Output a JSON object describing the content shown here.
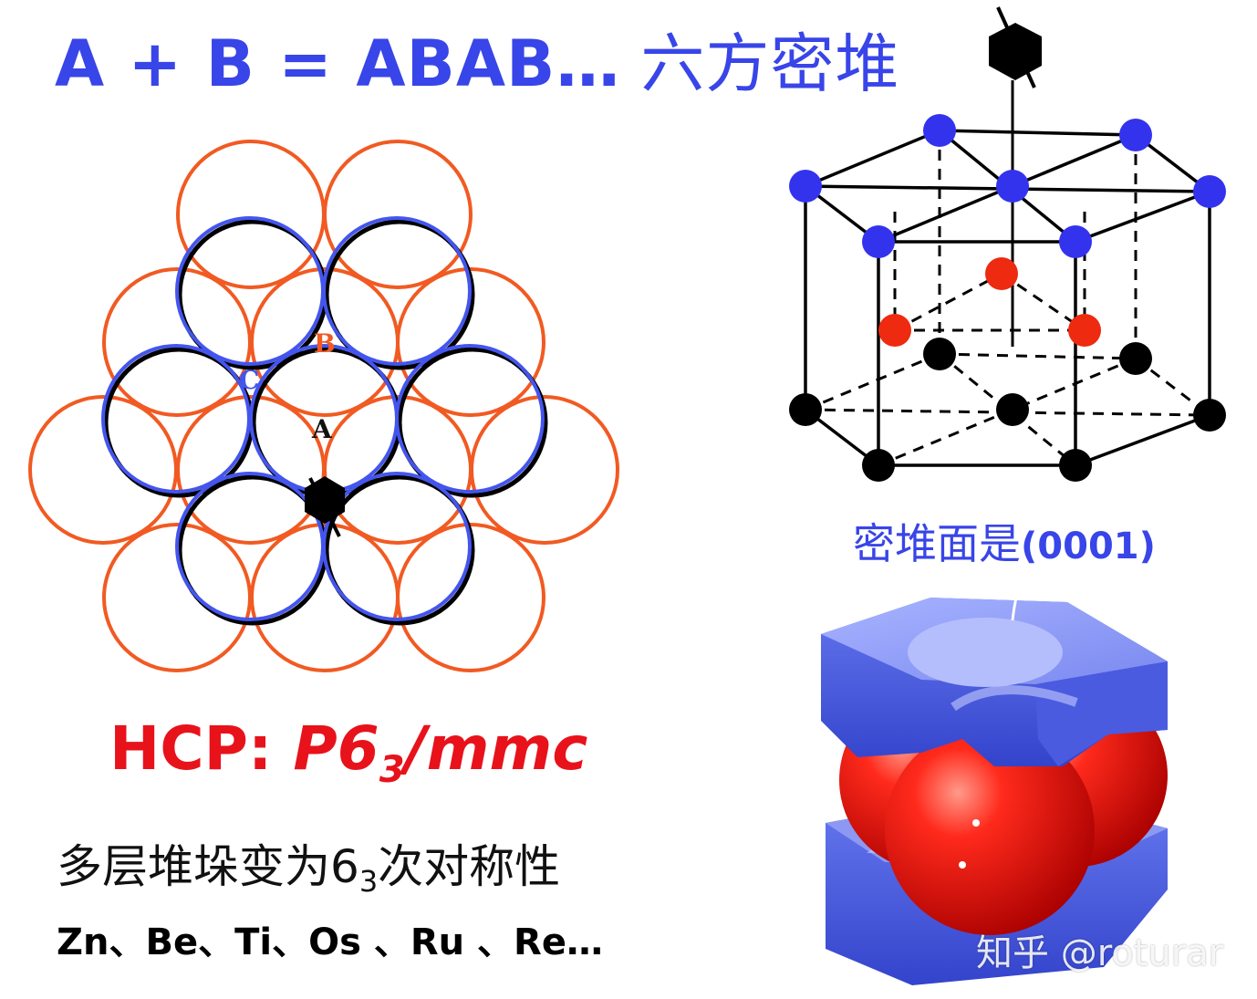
{
  "title": {
    "formula": "A + B = ABAB…",
    "chinese": "六方密堆"
  },
  "stacking_diagram": {
    "labels": {
      "a": "A",
      "b": "B",
      "c": "C"
    }
  },
  "plane_note": {
    "text": "密堆面是",
    "hkl": "(0001)"
  },
  "hcp": {
    "prefix": "HCP: ",
    "sg_main": "P6",
    "sg_sub": "3",
    "sg_rest": "/mmc"
  },
  "symmetry_note": {
    "prefix": "多层堆垛变为6",
    "sub": "3",
    "suffix": "次对称性"
  },
  "metals": "Zn、Be、Ti、Os 、Ru 、Re…",
  "watermark": "知乎 @roturar",
  "colors": {
    "blue": "#3845e8",
    "red": "#e8121b",
    "orange": "#f15a22",
    "atom_blue": "#3333ee",
    "atom_red": "#ee2a10",
    "atom_black": "#000000"
  }
}
